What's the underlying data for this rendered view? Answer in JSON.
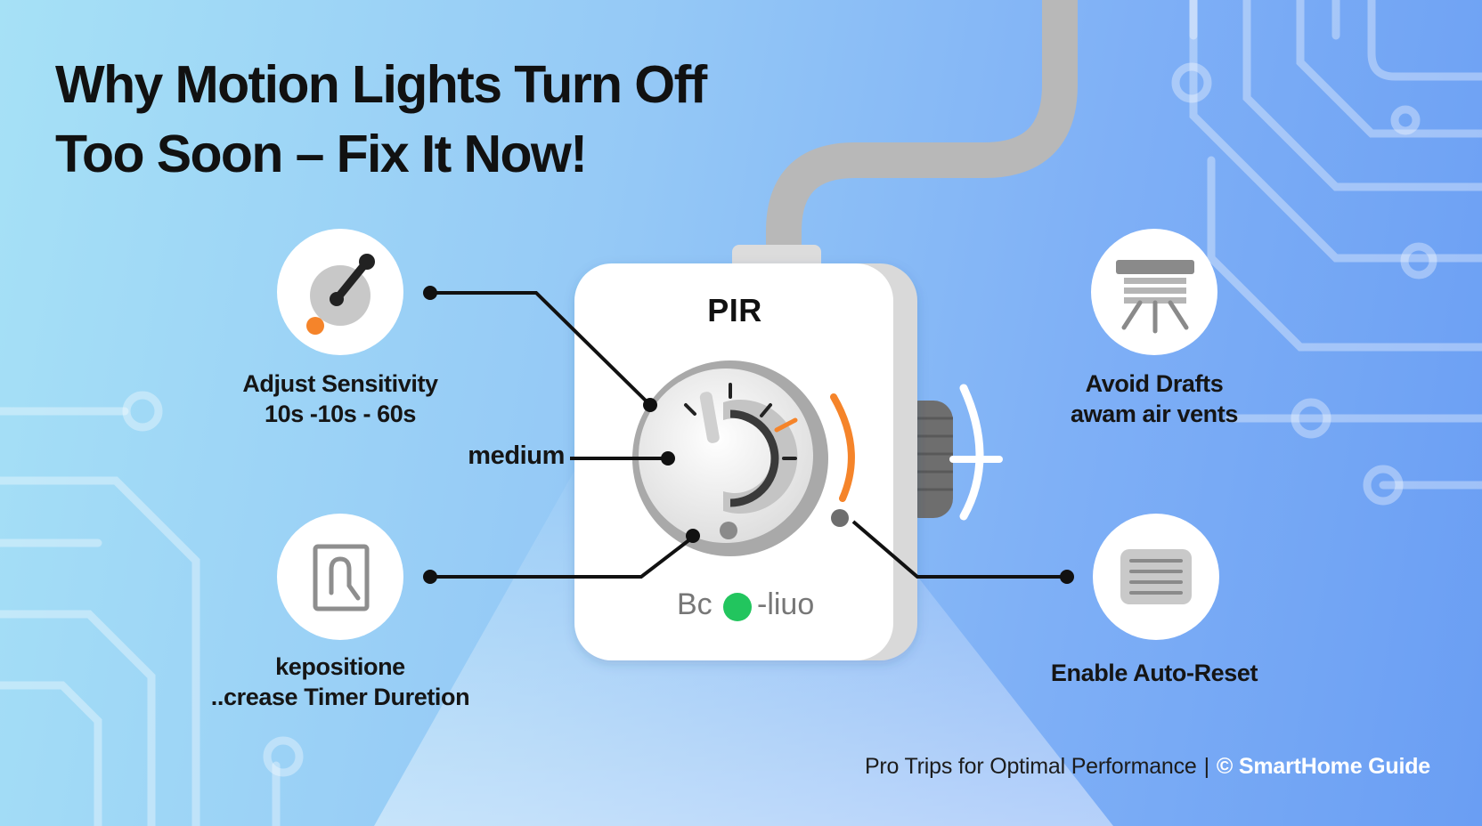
{
  "title": {
    "line1": "Why Motion Lights Turn Off",
    "line2": "Too Soon – Fix It Now!"
  },
  "device": {
    "label": "PIR",
    "status_left": "Bc",
    "status_right": "-liuo",
    "status_light_color": "#22c55e",
    "accent_color": "#f5842a"
  },
  "callouts": {
    "sensitivity": {
      "icon": "dial-knob-icon",
      "line1": "Adjust Sensitivity",
      "line2": "10s -10s - 60s"
    },
    "medium": {
      "label": "medium"
    },
    "reposition": {
      "icon": "sensor-frame-icon",
      "line1": "kepositione",
      "line2": "..crease Timer Duretion"
    },
    "drafts": {
      "icon": "air-vent-icon",
      "line1": "Avoid Drafts",
      "line2": "awam air vents"
    },
    "autoreset": {
      "icon": "vent-grille-icon",
      "line1": "Enable Auto-Reset"
    }
  },
  "footer": {
    "text": "Pro Trips for Optimal Performance",
    "separator": "|",
    "brand": "© SmartHome Guide"
  }
}
